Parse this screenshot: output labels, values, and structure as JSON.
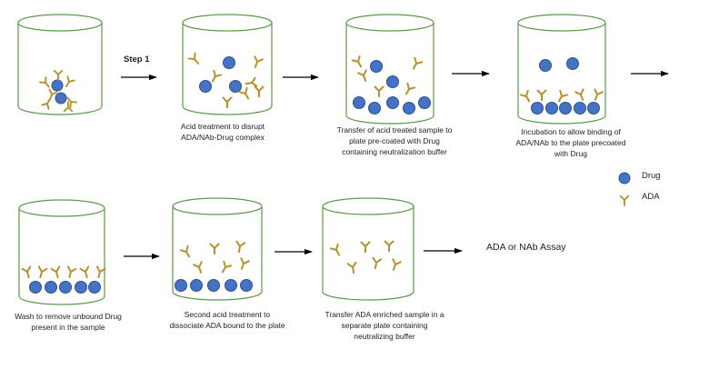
{
  "step_label": "Step 1",
  "captions": {
    "c2": [
      "Acid treatment to disrupt",
      "ADA/NAb-Drug complex"
    ],
    "c3": [
      "Transfer of acid treated sample to",
      "plate pre-coated with Drug",
      "containing neutralization buffer"
    ],
    "c4": [
      "Incubation  to allow binding of",
      "ADA/NAb to the plate precoated",
      "with Drug"
    ],
    "c5": [
      "Wash to remove unbound Drug",
      "present in the sample"
    ],
    "c6": [
      "Second acid treatment to",
      "dissociate ADA bound to the plate"
    ],
    "c7": [
      "Transfer ADA enriched sample in a",
      "separate plate containing",
      "neutralizing buffer"
    ]
  },
  "legend": {
    "drug": "Drug",
    "ada": "ADA"
  },
  "final_step": "ADA or NAb Assay",
  "colors": {
    "cylinder": "#5b9a48",
    "drug": "#4472c4",
    "drug_edge": "#2f528f",
    "ada": "#b8902a",
    "arrow": "#000000"
  }
}
